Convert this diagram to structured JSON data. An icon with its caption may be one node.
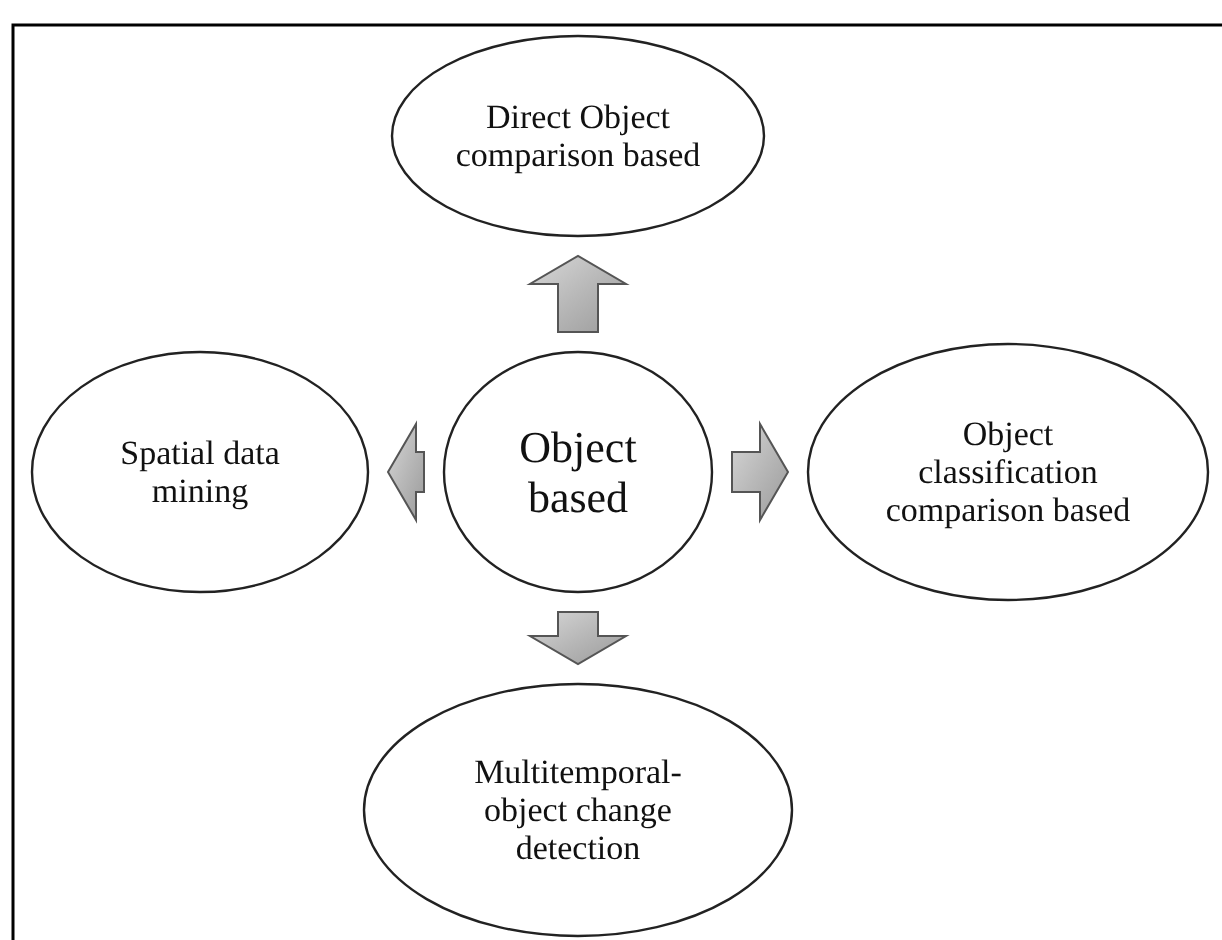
{
  "diagram": {
    "nodes": [
      {
        "text": [
          "Direct Object comparison based"
        ]
      },
      {
        "text": [
          "Spatial data mining"
        ]
      },
      {
        "text": [
          "Object based"
        ]
      },
      {
        "text": [
          "Object classification comparison based"
        ]
      },
      {
        "text": [
          "Multitemporal- object change detection"
        ]
      }
    ],
    "edges": [
      {
        "from": 2,
        "to": 0,
        "arrow": "to"
      },
      {
        "from": 2,
        "to": 1,
        "arrow": "to"
      },
      {
        "from": 2,
        "to": 3,
        "arrow": "to"
      },
      {
        "from": 2,
        "to": 4,
        "arrow": "to"
      }
    ]
  }
}
